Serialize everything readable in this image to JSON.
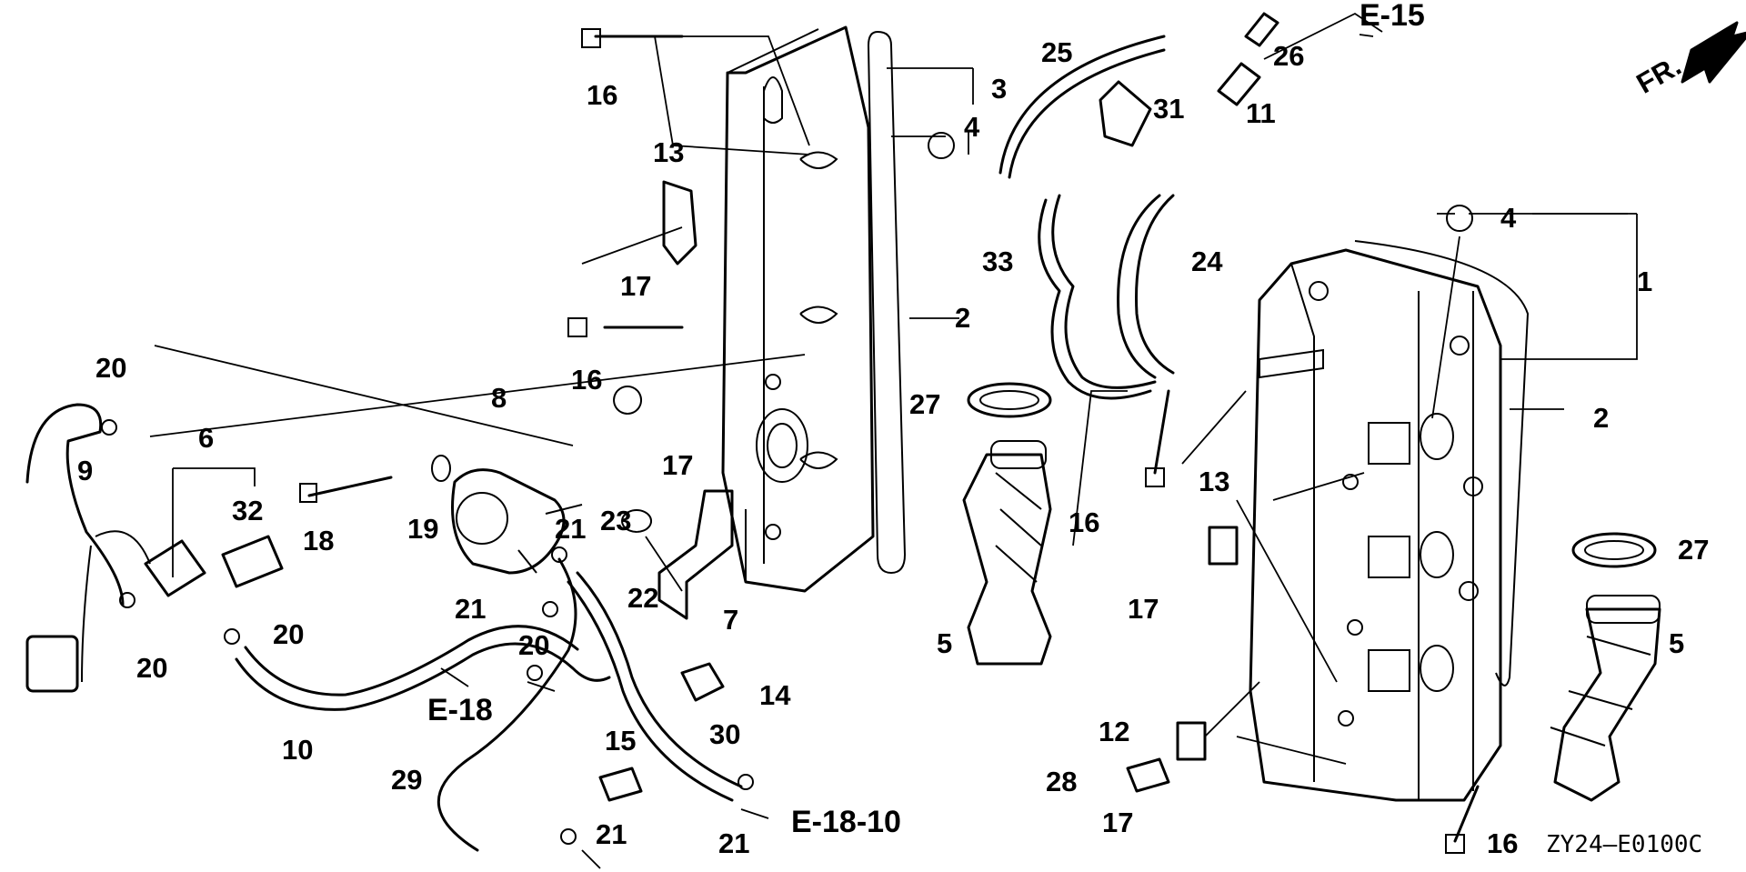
{
  "diagram": {
    "code": "ZY24—E0100C",
    "front_marker": "FR.",
    "refs": {
      "e15": "E-15",
      "e18": "E-18",
      "e1810": "E-18-10"
    },
    "callouts": {
      "p1": "1",
      "p2a": "2",
      "p2b": "2",
      "p3": "3",
      "p4a": "4",
      "p4b": "4",
      "p5a": "5",
      "p5b": "5",
      "p6": "6",
      "p7": "7",
      "p8": "8",
      "p9": "9",
      "p10": "10",
      "p11": "11",
      "p12": "12",
      "p13a": "13",
      "p13b": "13",
      "p14": "14",
      "p15": "15",
      "p16a": "16",
      "p16b": "16",
      "p16c": "16",
      "p16d": "16",
      "p17a": "17",
      "p17b": "17",
      "p17c": "17",
      "p17d": "17",
      "p18": "18",
      "p19": "19",
      "p20a": "20",
      "p20b": "20",
      "p20c": "20",
      "p20d": "20",
      "p21a": "21",
      "p21b": "21",
      "p21c": "21",
      "p21d": "21",
      "p22": "22",
      "p23": "23",
      "p24": "24",
      "p25": "25",
      "p26": "26",
      "p27a": "27",
      "p27b": "27",
      "p28": "28",
      "p29": "29",
      "p30": "30",
      "p31": "31",
      "p32": "32",
      "p33": "33"
    }
  }
}
